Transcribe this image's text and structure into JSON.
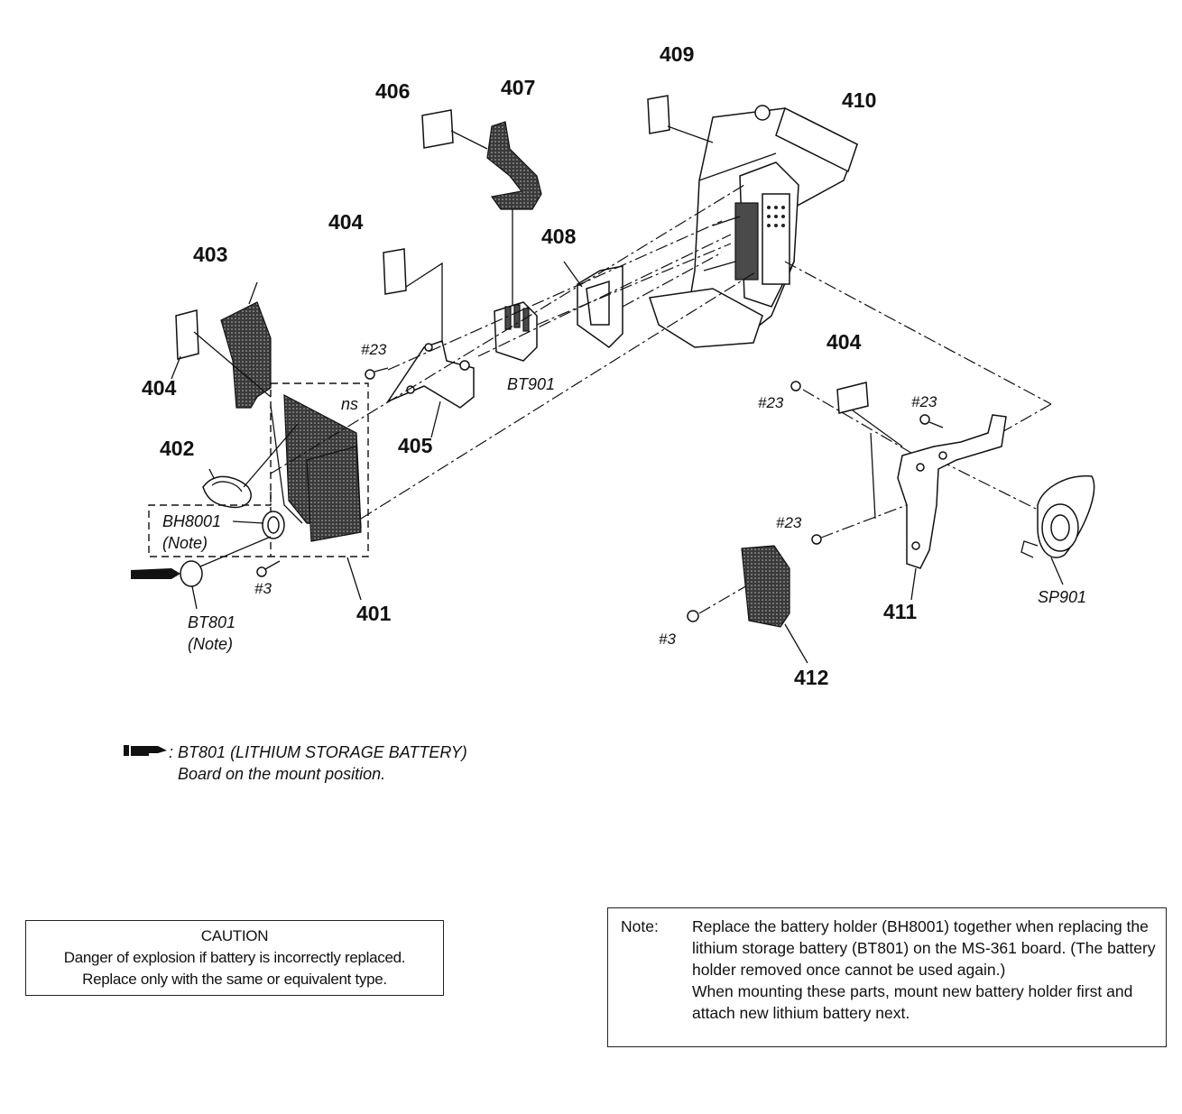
{
  "labels": {
    "p401": "401",
    "p402": "402",
    "p403": "403",
    "p404a": "404",
    "p404b": "404",
    "p404c": "404",
    "p405": "405",
    "p406": "406",
    "p407": "407",
    "p408": "408",
    "p409": "409",
    "p410": "410",
    "p411": "411",
    "p412": "412",
    "bt901": "BT901",
    "sp901": "SP901",
    "bh8001": "BH8001",
    "bh8001_note": "(Note)",
    "bt801": "BT801",
    "bt801_note": "(Note)",
    "ns": "ns",
    "s23a": "#23",
    "s23b": "#23",
    "s23c": "#23",
    "s23d": "#23",
    "s3a": "#3",
    "s3b": "#3"
  },
  "legend": {
    "icon": "pointing-hand-icon",
    "separator": ":",
    "line1": "BT801 (LITHIUM STORAGE BATTERY)",
    "line2": "Board on the mount position."
  },
  "caution": {
    "title": "CAUTION",
    "line1": "Danger of explosion if battery is incorrectly replaced.",
    "line2": "Replace only with the same or equivalent type."
  },
  "note": {
    "label": "Note:",
    "para1": "Replace the battery holder (BH8001) together when replacing the lithium storage battery (BT801) on the MS-361 board. (The battery holder removed once cannot be used again.)",
    "para2": "When mounting these parts, mount new battery holder first and attach new lithium battery next."
  }
}
